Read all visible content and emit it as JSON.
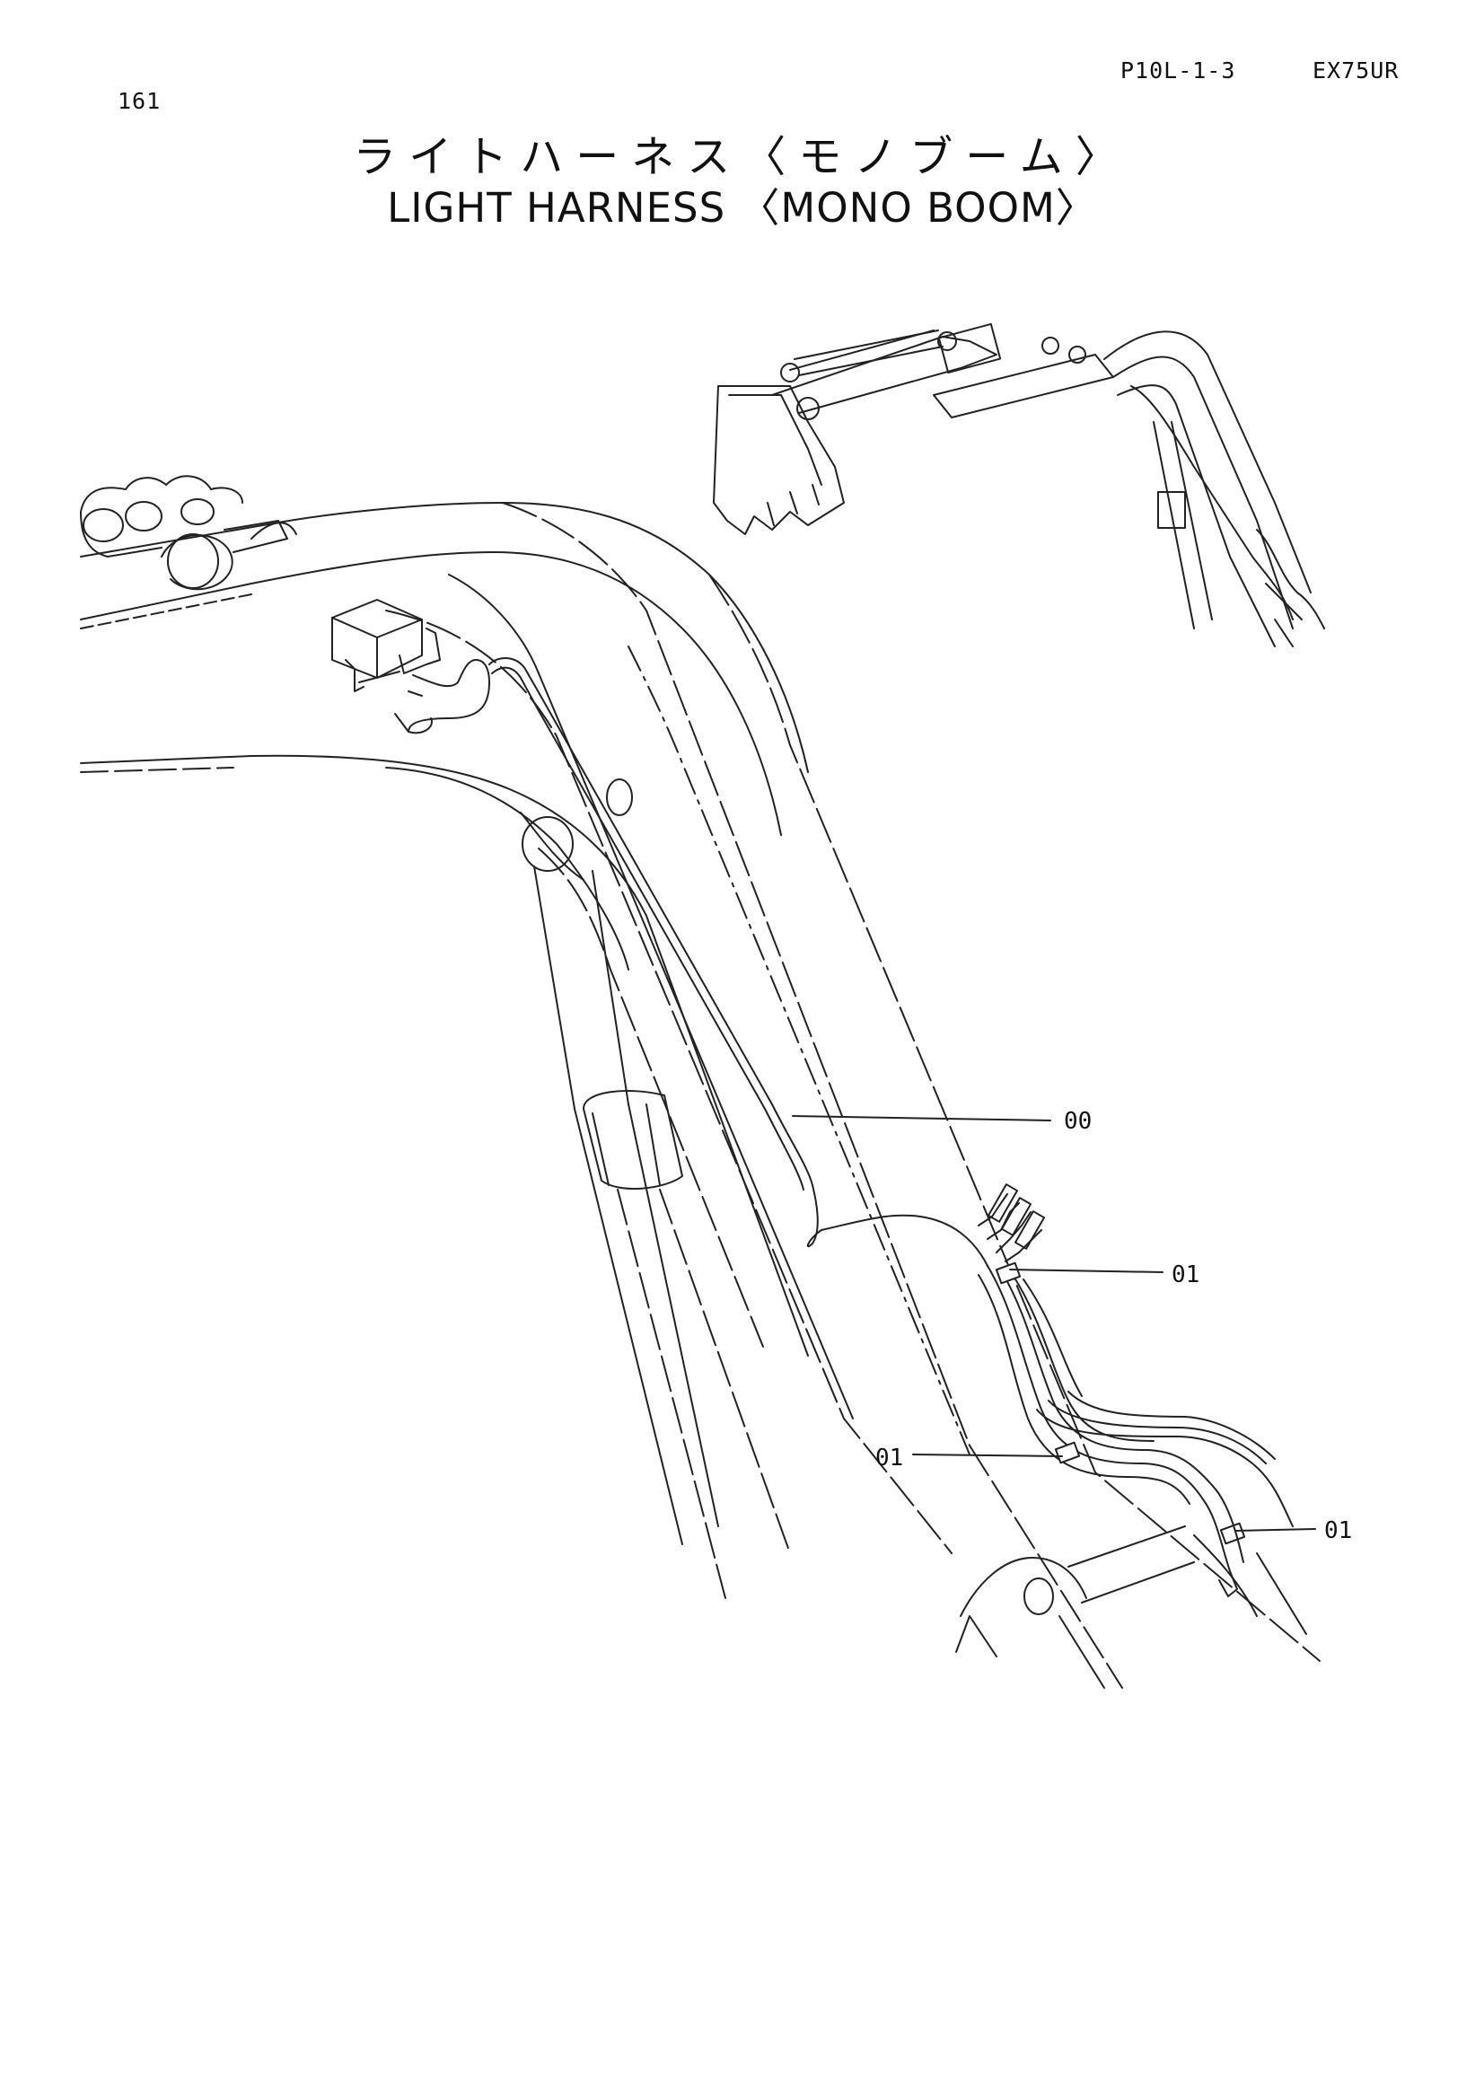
{
  "header": {
    "page_number": "161",
    "ref_code": "P10L-1-3",
    "model": "EX75UR"
  },
  "title": {
    "japanese": "ライトハーネス〈モノブーム〉",
    "english": "LIGHT HARNESS 〈MONO BOOM〉"
  },
  "callouts": [
    {
      "id": "harness",
      "label": "00"
    },
    {
      "id": "clip-upper",
      "label": "01"
    },
    {
      "id": "clip-middle",
      "label": "01"
    },
    {
      "id": "clip-lower",
      "label": "01"
    }
  ]
}
